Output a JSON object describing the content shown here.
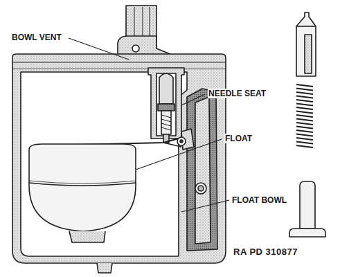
{
  "diagram": {
    "labels": [
      "BOWL VENT",
      "NEEDLE SEAT",
      "FLOAT",
      "FLOAT BOWL",
      "RA PD 310877"
    ]
  }
}
